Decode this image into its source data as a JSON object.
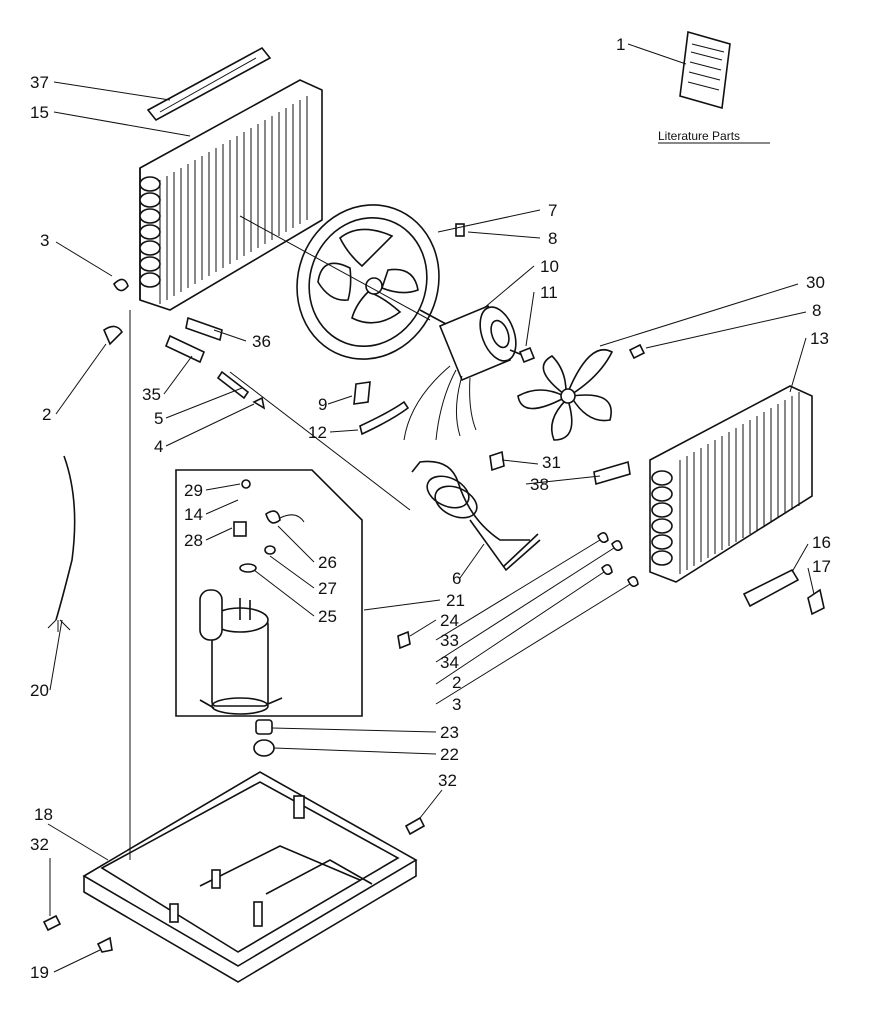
{
  "literature_caption": "Literature Parts",
  "callouts": {
    "c1": "1",
    "c2a": "2",
    "c2b": "2",
    "c3a": "3",
    "c3b": "3",
    "c4": "4",
    "c5": "5",
    "c6": "6",
    "c7": "7",
    "c8a": "8",
    "c8b": "8",
    "c9": "9",
    "c10": "10",
    "c11": "11",
    "c12": "12",
    "c13": "13",
    "c14": "14",
    "c15": "15",
    "c16": "16",
    "c17": "17",
    "c18": "18",
    "c19": "19",
    "c20": "20",
    "c21": "21",
    "c22": "22",
    "c23": "23",
    "c24": "24",
    "c25": "25",
    "c26": "26",
    "c27": "27",
    "c28": "28",
    "c29": "29",
    "c30": "30",
    "c31": "31",
    "c32a": "32",
    "c32b": "32",
    "c33": "33",
    "c34": "34",
    "c35": "35",
    "c36": "36",
    "c37": "37",
    "c38": "38"
  }
}
